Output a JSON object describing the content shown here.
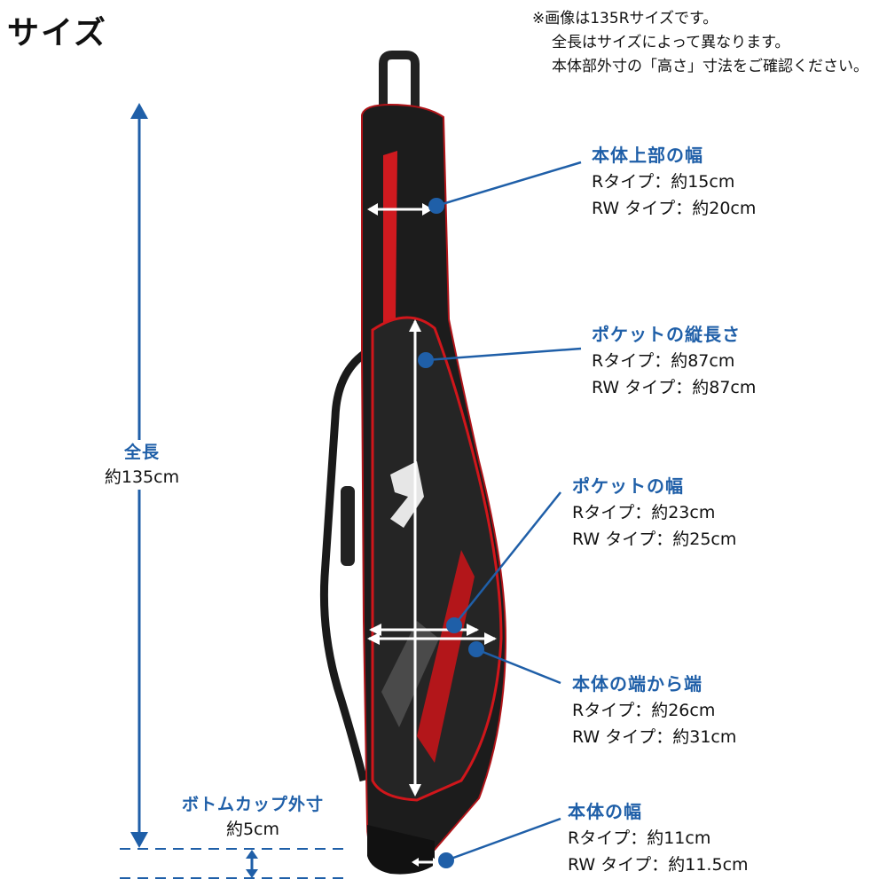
{
  "title": "サイズ",
  "note": {
    "line1": "※画像は135Rサイズです。",
    "line2": "全長はサイズによって異なります。",
    "line3": "本体部外寸の「高さ」寸法をご確認ください。"
  },
  "total_length": {
    "label": "全長",
    "value": "約135cm"
  },
  "bottom_cup": {
    "label": "ボトムカップ外寸",
    "value": "約5cm"
  },
  "specs": [
    {
      "label": "本体上部の幅",
      "r": "Rタイプ：約15cm",
      "rw": "RW タイプ：約20cm"
    },
    {
      "label": "ポケットの縦長さ",
      "r": "Rタイプ：約87cm",
      "rw": "RW タイプ：約87cm"
    },
    {
      "label": "ポケットの幅",
      "r": "Rタイプ：約23cm",
      "rw": "RW タイプ：約25cm"
    },
    {
      "label": "本体の端から端",
      "r": "Rタイプ：約26cm",
      "rw": "RW タイプ：約31cm"
    },
    {
      "label": "本体の幅",
      "r": "Rタイプ：約11cm",
      "rw": "RW タイプ：約11.5cm"
    }
  ],
  "colors": {
    "accent": "#1f5fa8",
    "bag": "#1a1a1a",
    "trim": "#d0161b"
  }
}
